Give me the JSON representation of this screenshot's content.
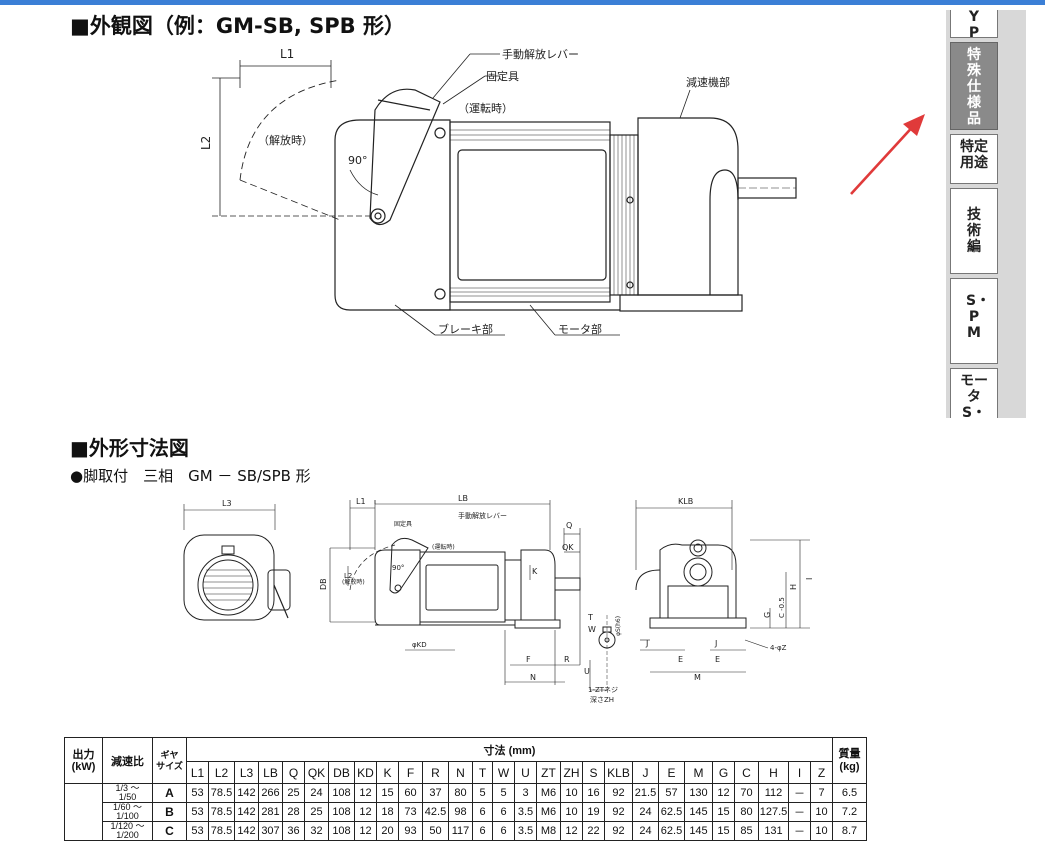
{
  "page": {
    "heading1": "■外観図（例：GM-SB, SPB 形）",
    "heading2": "■外形寸法図",
    "subheading": "●脚取付　三相　GM － SB/SPB 形"
  },
  "tabs": [
    {
      "label": "YP",
      "active": false
    },
    {
      "label": "特殊仕様品",
      "active": true
    },
    {
      "label": "特定用途",
      "active": false
    },
    {
      "label": "技術編",
      "active": false
    },
    {
      "label": "S・PM",
      "active": false
    },
    {
      "label": "モータS・P・",
      "active": false
    }
  ],
  "diagram1": {
    "dim_l1": "L1",
    "dim_l2": "L2",
    "manual_release_lever": "手動解放レバー",
    "fixture": "固定具",
    "operating": "（運転時）",
    "released": "（解放時）",
    "angle": "90°",
    "reducer": "減速機部",
    "brake": "ブレーキ部",
    "motor": "モータ部"
  },
  "diagram2": {
    "l3": "L3",
    "l1": "L1",
    "lb": "LB",
    "klb": "KLB",
    "lever": "手動解放レバー",
    "fixture": "固定具",
    "operating": "(運転時)",
    "released": "(解放時)",
    "angle": "90°",
    "l2": "L2",
    "db": "DB",
    "q": "Q",
    "qk": "QK",
    "k": "K",
    "kd": "φKD",
    "f": "F",
    "r": "R",
    "n": "N",
    "t": "T",
    "w": "W",
    "u": "U",
    "zt": "1-ZTネジ",
    "zh": "深さZH",
    "s": "φS(h6)",
    "j1": "J",
    "j2": "J",
    "e1": "E",
    "e2": "E",
    "m": "M",
    "g": "G",
    "c": "C -0.5",
    "h": "H",
    "i": "I",
    "z": "4-φZ"
  },
  "table": {
    "header_output": "出力\n(kW)",
    "header_ratio": "減速比",
    "header_gear": "ギヤ\nサイズ",
    "header_dims": "寸法 (mm)",
    "header_mass": "質量\n(kg)",
    "columns": [
      "L1",
      "L2",
      "L3",
      "LB",
      "Q",
      "QK",
      "DB",
      "KD",
      "K",
      "F",
      "R",
      "N",
      "T",
      "W",
      "U",
      "ZT",
      "ZH",
      "S",
      "KLB",
      "J",
      "E",
      "M",
      "G",
      "C",
      "H",
      "I",
      "Z"
    ],
    "rows": [
      {
        "ratio": "1/3 ～\n1/50",
        "gear": "A",
        "values": [
          "53",
          "78.5",
          "142",
          "266",
          "25",
          "24",
          "108",
          "12",
          "15",
          "60",
          "37",
          "80",
          "5",
          "5",
          "3",
          "M6",
          "10",
          "16",
          "92",
          "21.5",
          "57",
          "130",
          "12",
          "70",
          "112",
          "－",
          "7"
        ],
        "mass": "6.5"
      },
      {
        "ratio": "1/60 ～\n1/100",
        "gear": "B",
        "values": [
          "53",
          "78.5",
          "142",
          "281",
          "28",
          "25",
          "108",
          "12",
          "18",
          "73",
          "42.5",
          "98",
          "6",
          "6",
          "3.5",
          "M6",
          "10",
          "19",
          "92",
          "24",
          "62.5",
          "145",
          "15",
          "80",
          "127.5",
          "－",
          "10"
        ],
        "mass": "7.2"
      },
      {
        "ratio": "1/120 ～\n1/200",
        "gear": "C",
        "values": [
          "53",
          "78.5",
          "142",
          "307",
          "36",
          "32",
          "108",
          "12",
          "20",
          "93",
          "50",
          "117",
          "6",
          "6",
          "3.5",
          "M8",
          "12",
          "22",
          "92",
          "24",
          "62.5",
          "145",
          "15",
          "85",
          "131",
          "－",
          "10"
        ],
        "mass": "8.7"
      }
    ]
  }
}
